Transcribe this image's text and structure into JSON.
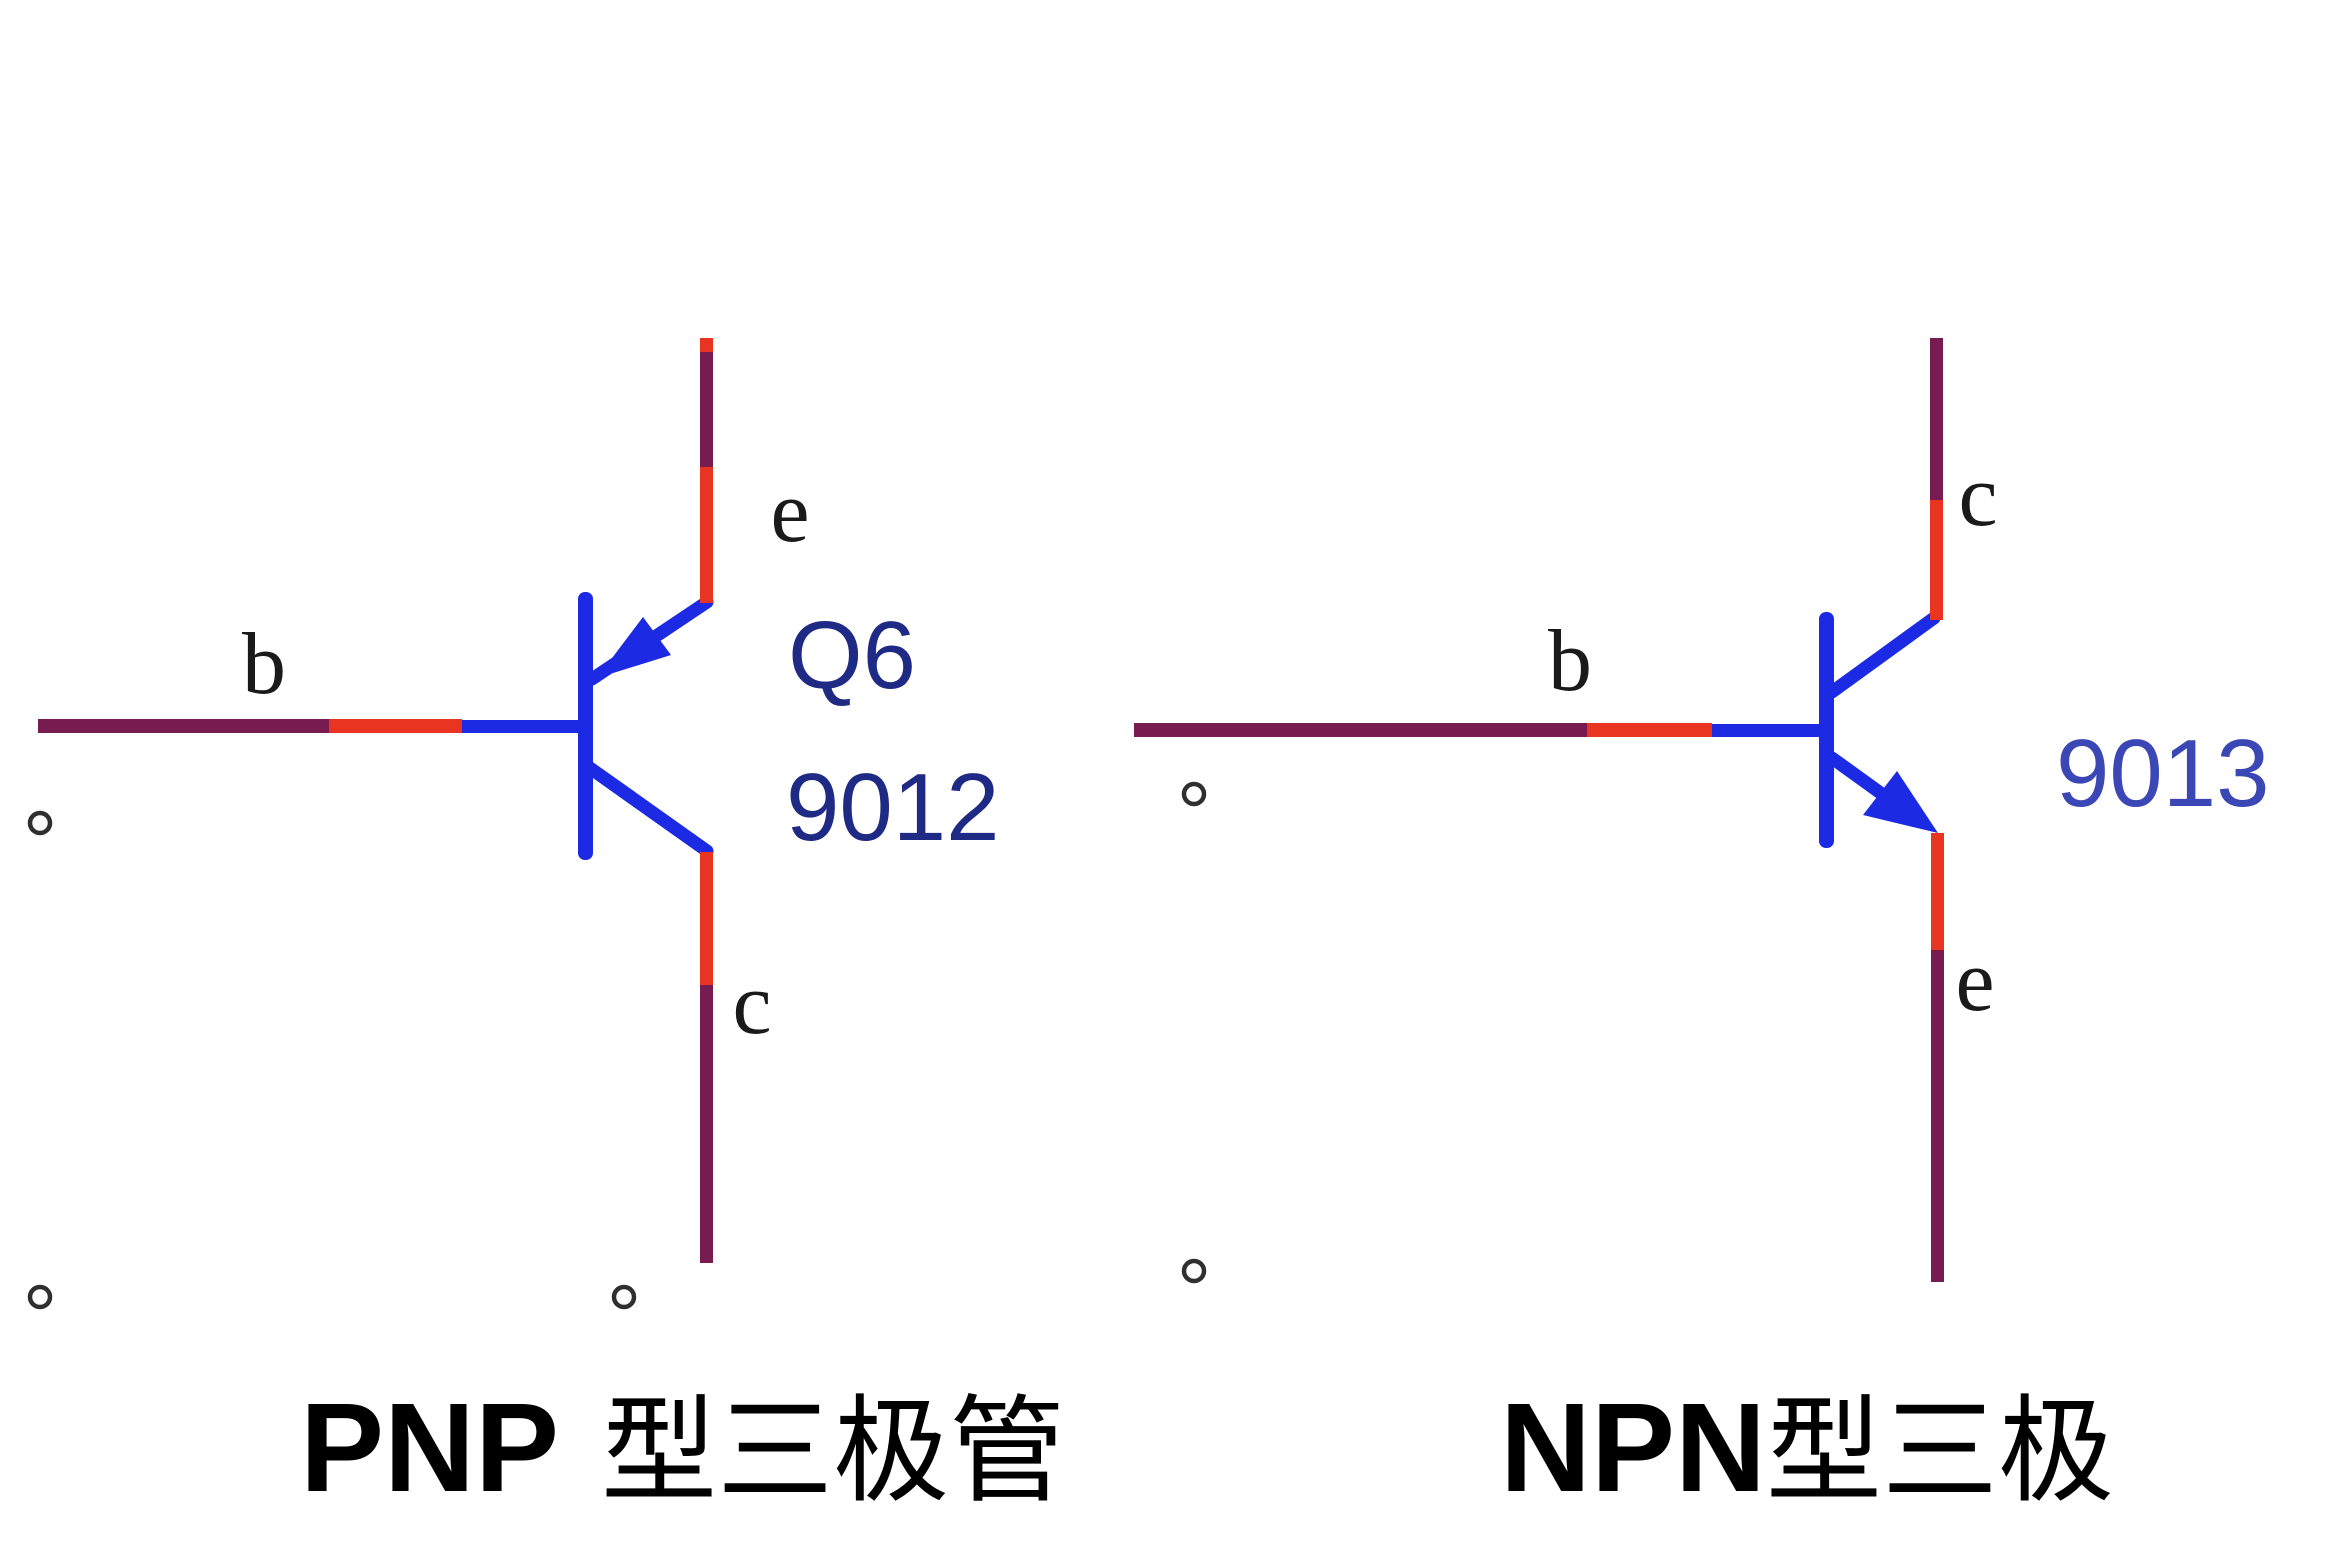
{
  "colors": {
    "background": "#ffffff",
    "wire_outer": "#771b50",
    "wire_inner": "#e83420",
    "symbol_blue": "#1c2ae3",
    "designator_navy": "#1f2a85",
    "part_blue_right": "#3a47b5",
    "label_black": "#1a1a1a",
    "marker_gray": "#2f2f2f"
  },
  "left_transistor": {
    "designator": "Q6",
    "part_number": "9012",
    "pin_labels": {
      "base": "b",
      "emitter": "e",
      "collector": "c"
    },
    "caption": {
      "latin": "PNP",
      "cjk": "型三极管"
    }
  },
  "right_transistor": {
    "part_number": "9013",
    "pin_labels": {
      "base": "b",
      "collector": "c",
      "emitter": "e"
    },
    "caption": {
      "latin": "NPN",
      "cjk": "型三极"
    }
  },
  "icons": {
    "connection_point": "small-open-circle"
  }
}
